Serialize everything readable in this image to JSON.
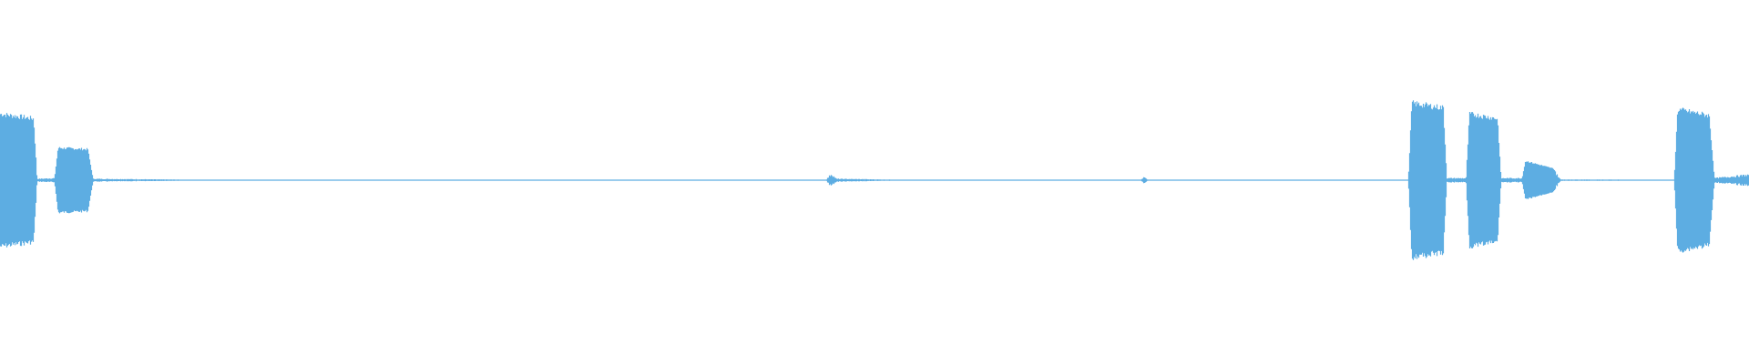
{
  "waveform": {
    "color": "#5dade2",
    "background": "#ffffff",
    "duration": 1.0,
    "envelope_amplitude": [
      [
        0.0,
        0.86
      ],
      [
        0.019,
        0.8
      ],
      [
        0.021,
        0.02
      ],
      [
        0.031,
        0.03
      ],
      [
        0.033,
        0.42
      ],
      [
        0.05,
        0.4
      ],
      [
        0.053,
        0.02
      ],
      [
        0.12,
        0.004
      ],
      [
        0.472,
        0.004
      ],
      [
        0.475,
        0.09
      ],
      [
        0.478,
        0.02
      ],
      [
        0.52,
        0.004
      ],
      [
        0.652,
        0.004
      ],
      [
        0.654,
        0.05
      ],
      [
        0.656,
        0.004
      ],
      [
        0.805,
        0.004
      ],
      [
        0.807,
        1.0
      ],
      [
        0.825,
        0.94
      ],
      [
        0.827,
        0.03
      ],
      [
        0.838,
        0.03
      ],
      [
        0.84,
        0.86
      ],
      [
        0.856,
        0.8
      ],
      [
        0.858,
        0.03
      ],
      [
        0.87,
        0.03
      ],
      [
        0.872,
        0.25
      ],
      [
        0.888,
        0.15
      ],
      [
        0.892,
        0.01
      ],
      [
        0.957,
        0.005
      ],
      [
        0.959,
        0.92
      ],
      [
        0.977,
        0.84
      ],
      [
        0.98,
        0.03
      ],
      [
        1.0,
        0.08
      ]
    ]
  }
}
